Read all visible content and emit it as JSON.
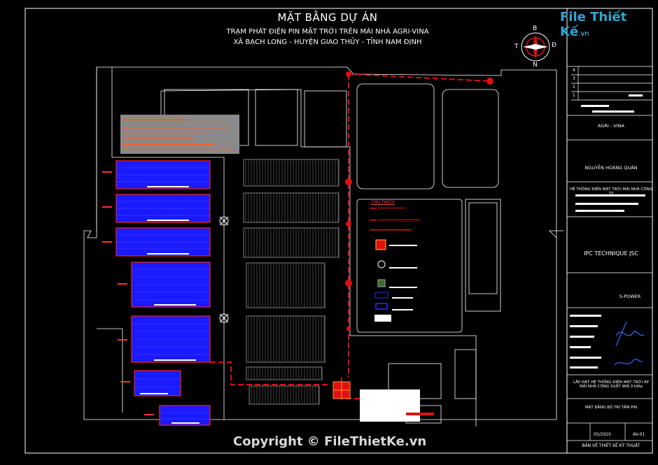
{
  "header": {
    "title": "MẶT BẰNG DỰ ÁN",
    "subtitle_line1": "TRẠM PHÁT ĐIỆN PIN MẶT TRỜI TRÊN MÁI NHÀ AGRI-VINA",
    "subtitle_line2": "XÃ BẠCH LONG - HUYỆN GIAO THỦY - TỈNH NAM ĐỊNH"
  },
  "compass": {
    "north_top": "B",
    "north_bottom": "N",
    "west": "T",
    "east": "Đ"
  },
  "legend": {
    "title": "CHÚ THÍCH"
  },
  "title_block": {
    "revisions": [
      "4",
      "3",
      "2",
      "1"
    ],
    "owner": "AGRI - VINA",
    "person": "NGUYỄN HOÀNG QUÂN",
    "project": "HỆ THỐNG ĐIỆN MẶT TRỜI MÁI NHÀ CÔNG TY",
    "consultant": "IPC TECHNIQUE JSC",
    "contractor": "S-POWER",
    "description": "LẮP ĐẶT HỆ THỐNG ĐIỆN MẶT TRỜI ÁP MÁI NHÀ CÔNG SUẤT 968.3 kWp",
    "drawing_name": "MẶT BẰNG BỐ TRÍ TẤM PIN",
    "date": "05/2020",
    "sheet": "AV-01",
    "footer": "BẢN VẼ THIẾT KẾ KỸ THUẬT"
  },
  "watermark": "Copyright © FileThietKe.vn",
  "logo": {
    "name": "File Thiết Kế",
    "domain": ".vn"
  },
  "colors": {
    "panel_fill": "#1a1aff",
    "panel_border": "#ff2020",
    "roof_gray": "#9a9a9a",
    "cable_red": "#e01010",
    "logo_blue": "#2aa7d8",
    "background": "#000000"
  }
}
